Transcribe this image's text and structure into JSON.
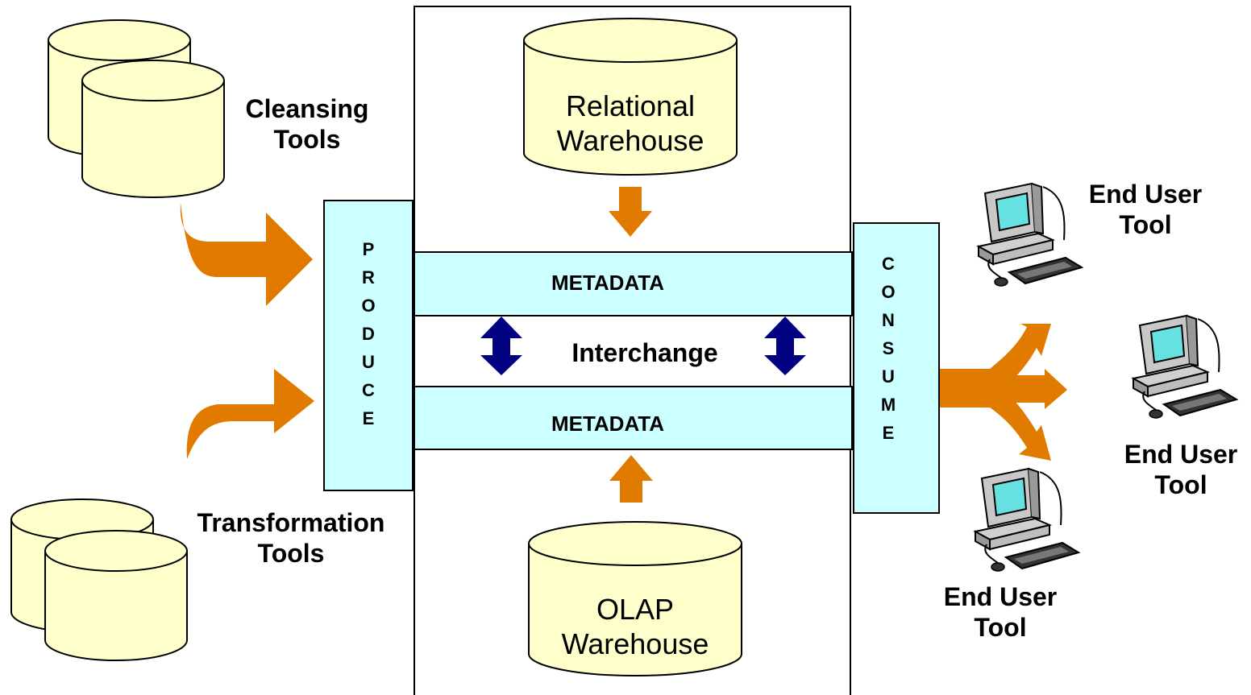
{
  "diagram": {
    "cleansing_tools": "Cleansing\nTools",
    "transformation_tools": "Transformation\nTools",
    "relational_warehouse": "Relational\nWarehouse",
    "olap_warehouse": "OLAP\nWarehouse",
    "produce": "PRODUCE",
    "consume": "CONSUME",
    "metadata_top": "METADATA",
    "metadata_bottom": "METADATA",
    "interchange": "Interchange",
    "end_user_tool_top": "End User\nTool",
    "end_user_tool_middle": "End User\nTool",
    "end_user_tool_bottom": "End User\nTool"
  },
  "colors": {
    "cylinder_fill": "#FFFFCC",
    "band_fill": "#CCFFFF",
    "flow_arrow": "#E07B00",
    "interchange_arrow": "#000080",
    "screen": "#66E0E0"
  }
}
